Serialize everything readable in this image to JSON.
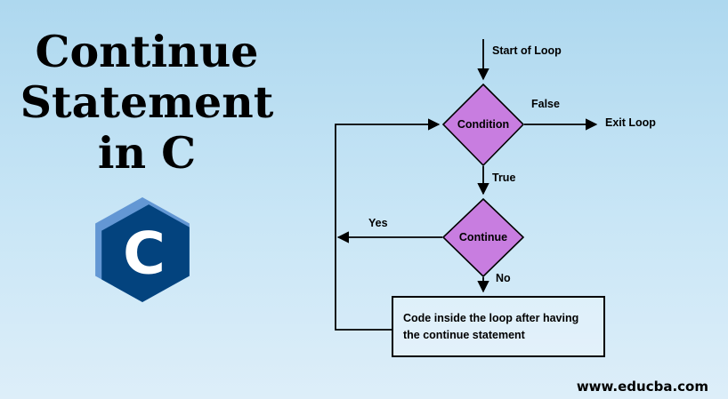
{
  "background": {
    "top_color": "#aed8ef",
    "bottom_color": "#ddeef9"
  },
  "title": {
    "lines": [
      "Continue",
      "Statement",
      "in C"
    ]
  },
  "logo": {
    "letter": "C",
    "light_color": "#6397d4",
    "dark_color": "#03437e",
    "letter_color": "#ffffff"
  },
  "flowchart": {
    "start_label": "Start of Loop",
    "condition_label": "Condition",
    "false_label": "False",
    "exit_label": "Exit Loop",
    "true_label": "True",
    "continue_label": "Continue",
    "yes_label": "Yes",
    "no_label": "No",
    "process_line1": "Code inside the loop after having",
    "process_line2": "the continue statement",
    "diamond_fill": "#c87de0",
    "line_color": "#000000"
  },
  "footer": {
    "watermark": "www.educba.com"
  }
}
